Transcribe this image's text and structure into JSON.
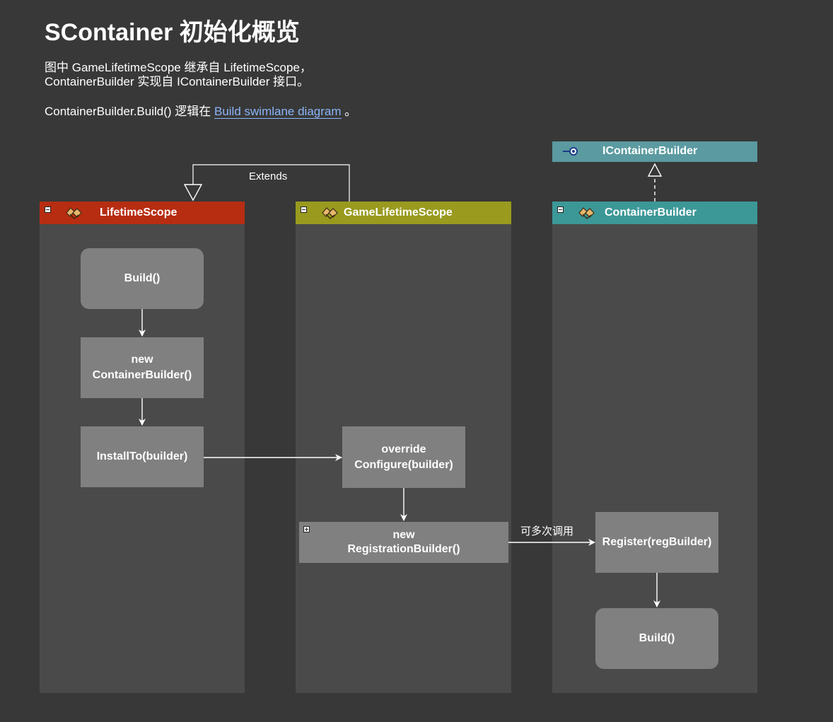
{
  "title": "SContainer 初始化概览",
  "intro": {
    "line1": "图中 GameLifetimeScope 继承自 LifetimeScope，",
    "line2": "ContainerBuilder 实现自 IContainerBuilder 接口。",
    "line3_prefix": "ContainerBuilder.Build() 逻辑在 ",
    "line3_link": "Build swimlane diagram",
    "line3_suffix": " 。"
  },
  "colors": {
    "lifetime_scope_header": "#b72d12",
    "game_lifetime_scope_header": "#999a1e",
    "container_builder_header": "#3c9897",
    "icontainer_builder_header": "#5a9aa0",
    "node_fill": "#808080",
    "lane_fill": "#4a4a4a",
    "background": "#383838"
  },
  "lanes": {
    "lifetime_scope": {
      "title": "LifetimeScope",
      "icon": "class-icon",
      "nodes": {
        "build": "Build()",
        "new_container_builder_1": "new",
        "new_container_builder_2": "ContainerBuilder()",
        "install_to": "InstallTo(builder)"
      }
    },
    "game_lifetime_scope": {
      "title": "GameLifetimeScope",
      "icon": "class-icon",
      "nodes": {
        "override_1": "override",
        "override_2": "Configure(builder)",
        "new_registration_1": "new",
        "new_registration_2": "RegistrationBuilder()"
      }
    },
    "container_builder": {
      "title": "ContainerBuilder",
      "icon": "class-icon",
      "nodes": {
        "register": "Register(regBuilder)",
        "build": "Build()"
      }
    }
  },
  "interface": {
    "title": "IContainerBuilder",
    "icon": "interface-icon"
  },
  "edge_labels": {
    "extends": "Extends",
    "multiple_calls": "可多次调用"
  }
}
